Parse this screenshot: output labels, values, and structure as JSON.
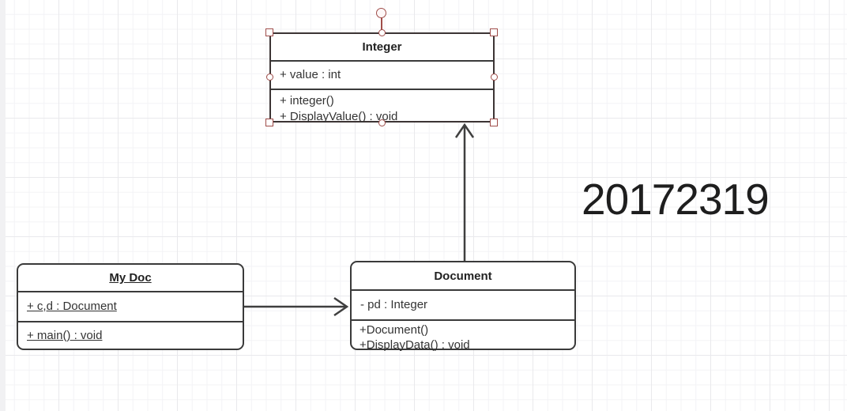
{
  "annotation": {
    "text": "20172319"
  },
  "classes": [
    {
      "title": "Integer",
      "attributes": [
        "+ value : int"
      ],
      "methods": [
        "+ integer()",
        "+ DisplayValue() : void"
      ],
      "state": "selected"
    },
    {
      "title": "My Doc",
      "attributes": [
        "+ c,d : Document"
      ],
      "methods": [
        "+ main() : void"
      ],
      "state": "static-members-underlined"
    },
    {
      "title": "Document",
      "attributes": [
        "- pd : Integer"
      ],
      "methods": [
        "+Document()",
        "+DisplayData() : void"
      ],
      "state": "normal"
    }
  ],
  "connectors": [
    {
      "from": "My Doc",
      "to": "Document",
      "style": "open-arrow"
    },
    {
      "from": "Document",
      "to": "Integer",
      "style": "open-arrow"
    }
  ],
  "colors": {
    "box_border": "#3a3a3a",
    "box_fill": "#ffffff",
    "text": "#333333",
    "selection_handle": "#9f4c49",
    "arrow": "#3f3f3f",
    "grid_minor": "#f3f3f6",
    "grid_major": "#e9e9ec"
  }
}
